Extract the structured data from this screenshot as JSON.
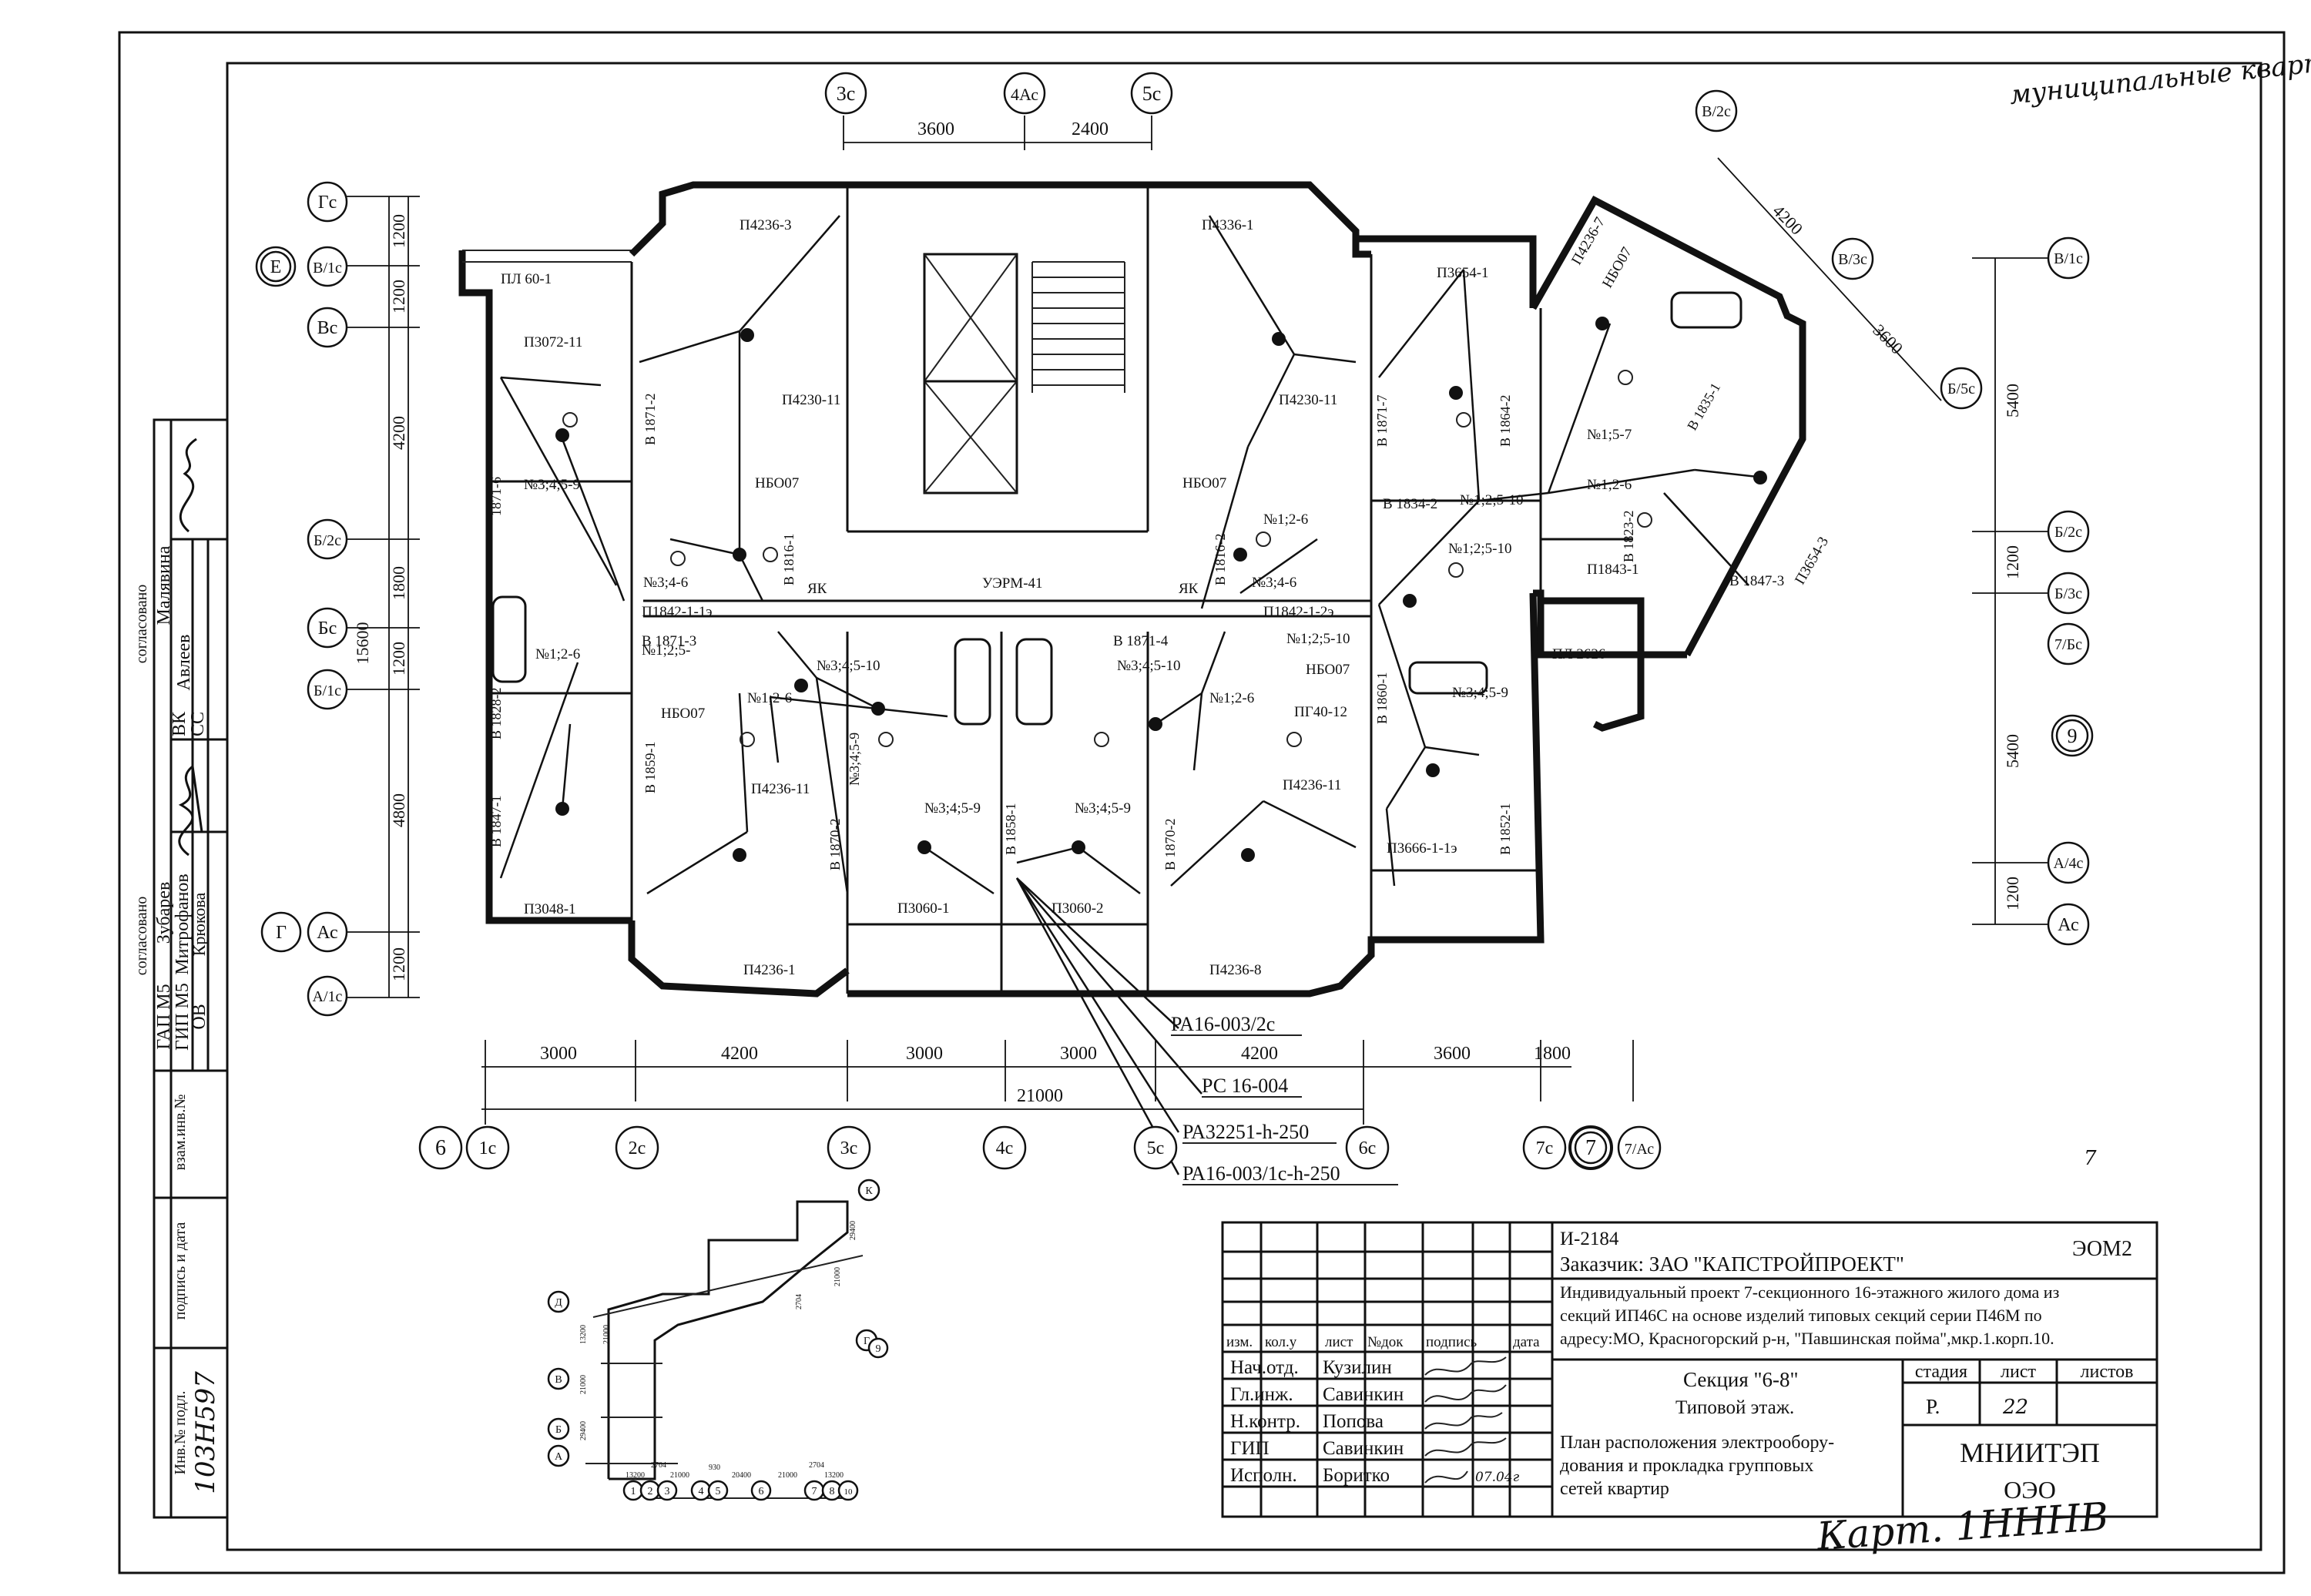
{
  "top_note": "муниципальные квартиры",
  "top_axes": [
    "3с",
    "4Ас",
    "5с"
  ],
  "top_dims": [
    "3600",
    "2400"
  ],
  "left_axes": [
    "Гс",
    "В/1с",
    "Вс",
    "Б/2с",
    "Бс",
    "Б/1с",
    "Ас",
    "А/1с"
  ],
  "left_extra": [
    "Е",
    "Г"
  ],
  "left_dims": [
    "1200",
    "1200",
    "4200",
    "1800",
    "1200",
    "4800",
    "1200"
  ],
  "left_total": "15600",
  "right_axes": [
    "В/2с",
    "В/3с",
    "Б/5с",
    "В/1с",
    "Б/2с",
    "Б/3с",
    "7/Бс",
    "9",
    "А/4с",
    "Ас"
  ],
  "right_dims": [
    "4200",
    "3600",
    "5400",
    "1200",
    "5400",
    "1200"
  ],
  "bottom_axes": [
    "6",
    "1с",
    "2с",
    "3с",
    "4с",
    "5с",
    "6с",
    "7с",
    "7",
    "7/Ас"
  ],
  "bottom_dims": [
    "3000",
    "4200",
    "3000",
    "3000",
    "4200",
    "3600",
    "1800"
  ],
  "bottom_total": "21000",
  "leaders": [
    "РА16-003/2с",
    "РС 16-004",
    "РА32251-h-250",
    "РА16-003/1с-h-250"
  ],
  "rooms": {
    "pl60": "ПЛ 60-1",
    "p3072": "П3072-11",
    "p4236_3": "П4236-3",
    "p4336": "П4336-1",
    "p3654": "П3654-1",
    "p4236_7": "П4236-7",
    "p4230_l": "П4230-11",
    "p4230_r": "П4230-11",
    "nbo1": "НБО07",
    "nbo2": "НБО07",
    "nbo3": "НБО07",
    "nbo4": "НБО07",
    "nbo5": "НБО07",
    "uerm": "УЭРМ-41",
    "yak1": "ЯК",
    "yak2": "ЯК",
    "p1842a": "П1842-1-1э",
    "p1842b": "П1842-1-2э",
    "p1843": "П1843-1",
    "pl2626": "ПЛ 2626",
    "p3654_3": "П3654-3",
    "p3048": "П3048-1",
    "p3060_1": "П3060-1",
    "p3060_2": "П3060-2",
    "p4236_1": "П4236-1",
    "p4236_8": "П4236-8",
    "p4236_11a": "П4236-11",
    "p4236_11b": "П4236-11",
    "p3666": "П3666-1-1э",
    "pg40": "ПГ40-12",
    "b1871_2": "В 1871-2",
    "b1816_1": "В 1816-1",
    "b1816_2": "В 1816-2",
    "b1871_7": "В 1871-7",
    "b1864_2": "В 1864-2",
    "b1835_1": "В 1835-1",
    "b1834_2": "В 1834-2",
    "b1823_2": "В 1823-2",
    "b1847_3": "В 1847-3",
    "b1871_3": "В 1871-3",
    "b1871_4": "В 1871-4",
    "b1828_2": "В 1828-2",
    "b1847_1": "В 1847-1",
    "b1859_1": "В 1859-1",
    "b1870_2a": "В 1870-2",
    "b1870_2b": "В 1870-2",
    "b1858_1": "В 1858-1",
    "b1860_1": "В 1860-1",
    "b1852_1": "В 1852-1",
    "b1871_6": "1871-6",
    "n346a": "№3;4;5-9",
    "n346b": "№3;4;5-9",
    "n346c": "№3;4;5-9",
    "n346d": "№3;4;5-9",
    "n346e": "№3;4;5-9",
    "n346f": "№3;4-6",
    "n346g": "№3;4-6",
    "n34510a": "№3;4;5-10",
    "n34510b": "№3;4;5-10",
    "n126a": "№1;2-6",
    "n126b": "№1;2-6",
    "n126c": "№1;2-6",
    "n126d": "№1;2-6",
    "n126e": "№1;2-6",
    "n157": "№1;5-7",
    "n12510a": "№1;2;5-10",
    "n12510b": "№1;2;5-10",
    "n12510c": "№1;2;5-10",
    "n12510d": "№1;2;5-"
  },
  "sidebar": {
    "agreed1": "согласовано",
    "agreed2": "согласовано",
    "names1": [
      "Малявина",
      "Авлеев"
    ],
    "depts1": [
      "ВК",
      "СС"
    ],
    "names2": [
      "Зубарев",
      "Митрофанов",
      "Крюкова"
    ],
    "depts2": [
      "ГАП М5",
      "ГИП М5",
      "ОВ"
    ],
    "inv_replace": "взам.инв.№",
    "sign_date": "подпись и дата",
    "inv_orig": "Инв.№ подл.",
    "inv_number": "103Н597"
  },
  "title_block": {
    "project_no": "И-2184",
    "doc_code": "ЭОМ2",
    "customer": "Заказчик: ЗАО \"КАПСТРОЙПРОЕКТ\"",
    "desc1": "Индивидуальный проект 7-секционного 16-этажного жилого дома из",
    "desc2": "секций ИП46С на основе изделий типовых секций серии П46М по",
    "desc3": "адресу:МО, Красногорский р-н, \"Павшинская пойма\",мкр.1.корп.10.",
    "cols": [
      "изм.",
      "кол.у",
      "лист",
      "№док",
      "подпись",
      "дата"
    ],
    "roles": [
      "Нач.отд.",
      "Гл.инж.",
      "Н.контр.",
      "ГИП",
      "Исполн."
    ],
    "people": [
      "Кузилин",
      "Савинкин",
      "Попова",
      "Савинкин",
      "Боритко"
    ],
    "date": "07.04г",
    "section1": "Секция \"6-8\"",
    "section2": "Типовой этаж.",
    "stage_h": "стадия",
    "sheet_h": "лист",
    "sheets_h": "листов",
    "stage": "Р.",
    "sheet": "22",
    "plan1": "План расположения электрообору-",
    "plan2": "дования и прокладка групповых",
    "plan3": "сетей квартир",
    "org1": "МНИИТЭП",
    "org2": "ОЭО"
  },
  "bottom_note": "Карт. 1НННВ",
  "corner_mark": "7",
  "keymap": {
    "nums": [
      "1",
      "2",
      "3",
      "4",
      "5",
      "6",
      "7",
      "8",
      "9",
      "10"
    ],
    "letters": [
      "А",
      "Б",
      "В",
      "Г",
      "Д",
      "К"
    ],
    "dims": [
      "13200",
      "21000",
      "930",
      "20400",
      "21000",
      "13200",
      "2704",
      "2704",
      "29400",
      "21000",
      "13200",
      "21000",
      "2704",
      "29400",
      "21000"
    ]
  }
}
